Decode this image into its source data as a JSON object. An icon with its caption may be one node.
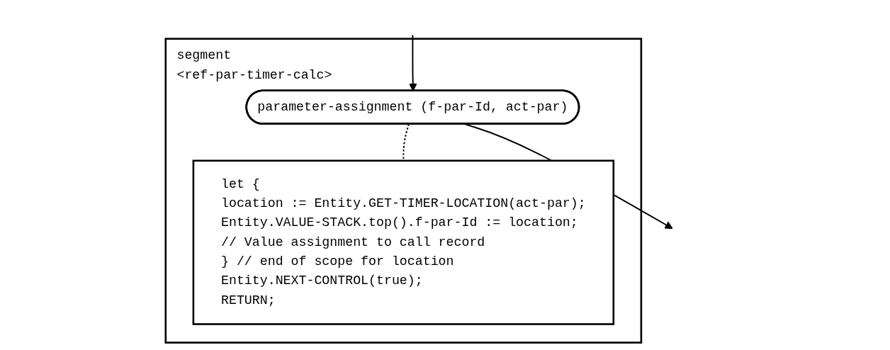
{
  "diagram": {
    "nodes": [
      {
        "text": [
          "segment",
          "<ref-par-timer-calc>"
        ]
      },
      {
        "text": [
          "parameter-assignment (f-par-Id, act-par)"
        ],
        "in": 0
      },
      {
        "text": [
          "let {",
          "location := Entity.GET-TIMER-LOCATION(act-par);",
          "Entity.VALUE-STACK.top().f-par-Id := location;",
          "// Value assignment to call record",
          "} // end of scope for location",
          "Entity.NEXT-CONTROL(true);",
          "RETURN;"
        ],
        "in": 0
      }
    ],
    "edges": [
      {
        "from": null,
        "to": 1,
        "arrow": "to"
      },
      {
        "from": 1,
        "to": null,
        "arrow": "to"
      },
      {
        "from": 1,
        "to": 2,
        "arrow": "none",
        "style": "dashed"
      }
    ]
  }
}
